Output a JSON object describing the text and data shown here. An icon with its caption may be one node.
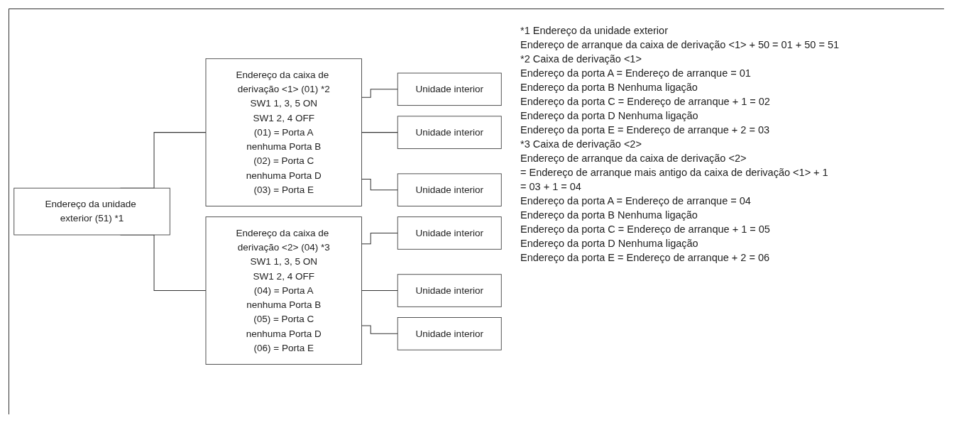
{
  "diagram": {
    "nodes": [
      {
        "text": [
          "Endereço da unidade exterior (51) *1"
        ]
      },
      {
        "text": [
          "Endereço da caixa de derivação <1> (01) *2",
          "SW1 1, 3, 5 ON",
          "SW1 2, 4 OFF",
          "(01) = Porta A",
          "nenhuma Porta B",
          "(02) = Porta C",
          "nenhuma Porta D",
          "(03) = Porta E"
        ]
      },
      {
        "text": [
          "Endereço da caixa de derivação <2> (04) *3",
          "SW1 1, 3, 5 ON",
          "SW1 2, 4 OFF",
          "(04) = Porta A",
          "nenhuma Porta B",
          "(05) = Porta C",
          "nenhuma Porta D",
          "(06) = Porta E"
        ]
      },
      {
        "text": [
          "Unidade interior"
        ]
      },
      {
        "text": [
          "Unidade interior"
        ]
      },
      {
        "text": [
          "Unidade interior"
        ]
      },
      {
        "text": [
          "Unidade interior"
        ]
      },
      {
        "text": [
          "Unidade interior"
        ]
      },
      {
        "text": [
          "Unidade interior"
        ]
      }
    ],
    "edges": [
      {
        "from": 0,
        "to": 1,
        "arrow": "none"
      },
      {
        "from": 0,
        "to": 2,
        "arrow": "none"
      },
      {
        "from": 1,
        "to": 3,
        "arrow": "none"
      },
      {
        "from": 1,
        "to": 4,
        "arrow": "none"
      },
      {
        "from": 1,
        "to": 5,
        "arrow": "none"
      },
      {
        "from": 2,
        "to": 6,
        "arrow": "none"
      },
      {
        "from": 2,
        "to": 7,
        "arrow": "none"
      },
      {
        "from": 2,
        "to": 8,
        "arrow": "none"
      }
    ],
    "labels": [
      "*1 Endereço da unidade exterior",
      "Endereço de arranque da caixa de derivação <1> + 50 = 01 + 50 = 51",
      "*2 Caixa de derivação <1>",
      "Endereço da porta A = Endereço de arranque = 01",
      "Endereço da porta B Nenhuma ligação",
      "Endereço da porta C = Endereço de arranque + 1 = 02",
      "Endereço da porta D Nenhuma ligação",
      "Endereço da porta E = Endereço de arranque + 2 = 03",
      "*3 Caixa de derivação <2>",
      "Endereço de arranque da caixa de derivação <2>",
      "= Endereço de arranque mais antigo da caixa de derivação <1> + 1",
      "= 03 + 1 = 04",
      "Endereço da porta A = Endereço de arranque = 04",
      "Endereço da porta B Nenhuma ligação",
      "Endereço da porta C = Endereço de arranque + 1 = 05",
      "Endereço da porta D Nenhuma ligação",
      "Endereço da porta E = Endereço de arranque + 2 = 06"
    ]
  }
}
